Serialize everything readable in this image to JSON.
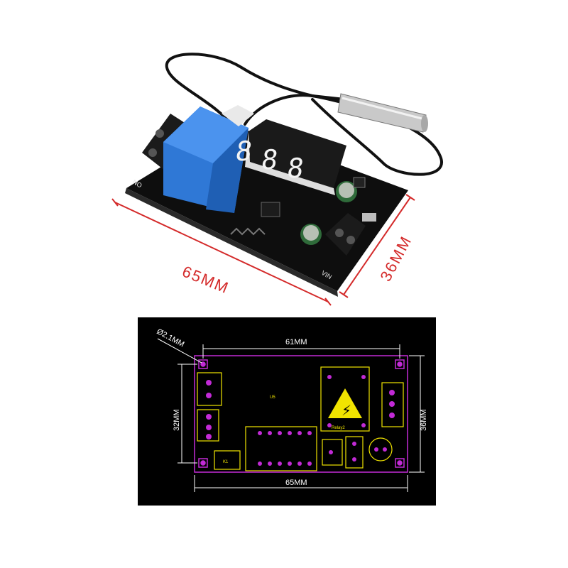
{
  "photo": {
    "dimensions": {
      "length": "65MM",
      "width": "36MM"
    },
    "board_text": {
      "relay_left": "NO",
      "vin": "VIN"
    },
    "display_digits": [
      "8",
      "8",
      "8"
    ]
  },
  "drawing": {
    "dimensions": {
      "hole_diameter": "Ø2.1MM",
      "hole_span": "61MM",
      "board_width": "65MM",
      "board_height": "36MM",
      "hole_vertical_span": "32MM"
    },
    "labels": {
      "u5": "U5",
      "relay": "Relay2",
      "k1": "K1"
    },
    "colors": {
      "outline": "#c22ad6",
      "silkscreen": "#f1e400",
      "background": "#000000"
    }
  }
}
